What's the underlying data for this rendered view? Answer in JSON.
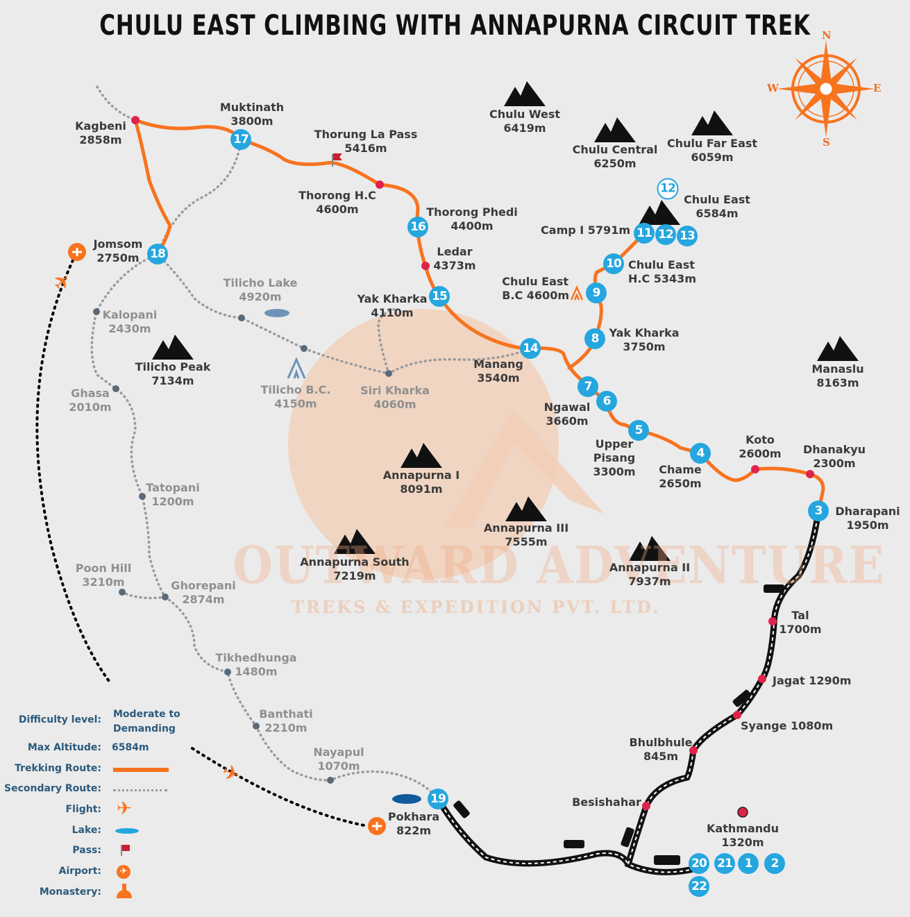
{
  "title": "CHULU EAST CLIMBING WITH ANNAPURNA CIRCUIT TREK",
  "compass": {
    "n": "N",
    "e": "E",
    "s": "S",
    "w": "W"
  },
  "places": {
    "kagbeni": [
      "Kagbeni",
      "2858m"
    ],
    "muktinath": [
      "Muktinath",
      "3800m"
    ],
    "thorung_la": [
      "Thorung La Pass",
      "5416m"
    ],
    "thorong_hc": [
      "Thorong H.C",
      "4600m"
    ],
    "thorong_phedi": [
      "Thorong Phedi",
      "4400m"
    ],
    "ledar": [
      "Ledar",
      "4373m"
    ],
    "yak_kharka_4110": [
      "Yak Kharka",
      "4110m"
    ],
    "manang": [
      "Manang",
      "3540m"
    ],
    "ngawal": [
      "Ngawal",
      "3660m"
    ],
    "upper_pisang": [
      "Upper",
      "Pisang",
      "3300m"
    ],
    "chame": [
      "Chame",
      "2650m"
    ],
    "koto": [
      "Koto",
      "2600m"
    ],
    "dhanakyu": [
      "Dhanakyu",
      "2300m"
    ],
    "dharapani": [
      "Dharapani",
      "1950m"
    ],
    "tal": [
      "Tal",
      "1700m"
    ],
    "jagat": "Jagat 1290m",
    "syange": "Syange 1080m",
    "bhulbhule": [
      "Bhulbhule",
      "845m"
    ],
    "besishahar": "Besishahar",
    "kathmandu": [
      "Kathmandu",
      "1320m"
    ],
    "pokhara": [
      "Pokhara",
      "822m"
    ],
    "jomsom": [
      "Jomsom",
      "2750m"
    ],
    "yak_kharka_3750": [
      "Yak Kharka",
      "3750m"
    ],
    "chulu_bc": [
      "Chulu East",
      "B.C 4600m"
    ],
    "chulu_hc": [
      "Chulu East",
      "H.C 5343m"
    ],
    "camp1": "Camp I 5791m"
  },
  "peaks": {
    "chulu_west": [
      "Chulu West",
      "6419m"
    ],
    "chulu_central": [
      "Chulu Central",
      "6250m"
    ],
    "chulu_far_east": [
      "Chulu Far East",
      "6059m"
    ],
    "chulu_east": [
      "Chulu East",
      "6584m"
    ],
    "manaslu": [
      "Manaslu",
      "8163m"
    ],
    "annapurna_1": [
      "Annapurna I",
      "8091m"
    ],
    "annapurna_3": [
      "Annapurna III",
      "7555m"
    ],
    "annapurna_south": [
      "Annapurna South",
      "7219m"
    ],
    "annapurna_2": [
      "Annapurna II",
      "7937m"
    ],
    "tilicho_peak": [
      "Tilicho Peak",
      "7134m"
    ]
  },
  "secondary_places": {
    "tilicho_lake": [
      "Tilicho Lake",
      "4920m"
    ],
    "kalopani": [
      "Kalopani",
      "2430m"
    ],
    "tilicho_bc": [
      "Tilicho B.C.",
      "4150m"
    ],
    "siri_kharka": [
      "Siri Kharka",
      "4060m"
    ],
    "ghasa": [
      "Ghasa",
      "2010m"
    ],
    "tatopani": [
      "Tatopani",
      "1200m"
    ],
    "poon_hill": [
      "Poon Hill",
      "3210m"
    ],
    "ghorepani": [
      "Ghorepani",
      "2874m"
    ],
    "tikhedhunga": [
      "Tikhedhunga",
      "1480m"
    ],
    "banthati": [
      "Banthati",
      "2210m"
    ],
    "nayapul": [
      "Nayapul",
      "1070m"
    ]
  },
  "stages": [
    "1",
    "2",
    "3",
    "4",
    "5",
    "6",
    "7",
    "8",
    "9",
    "10",
    "11",
    "12",
    "13",
    "14",
    "15",
    "16",
    "17",
    "18",
    "19",
    "20",
    "21",
    "22"
  ],
  "watermark": {
    "name": "OUTWARD ADVENTURE",
    "sub": "TREKS & EXPEDITION PVT. LTD."
  },
  "legend": {
    "difficulty_label": "Difficulty level:",
    "difficulty_value": [
      "Moderate to",
      "Demanding"
    ],
    "max_alt_label": "Max Altitude:",
    "max_alt_value": "6584m",
    "trekking": "Trekking Route:",
    "secondary": "Secondary Route:",
    "flight": "Flight:",
    "lake": "Lake:",
    "pass": "Pass:",
    "airport": "Airport:",
    "monastery": "Monastery:"
  },
  "colors": {
    "route": "#f7731e",
    "stage": "#25a6df",
    "stop": "#e0234a",
    "secondary": "#9a9a9a"
  }
}
